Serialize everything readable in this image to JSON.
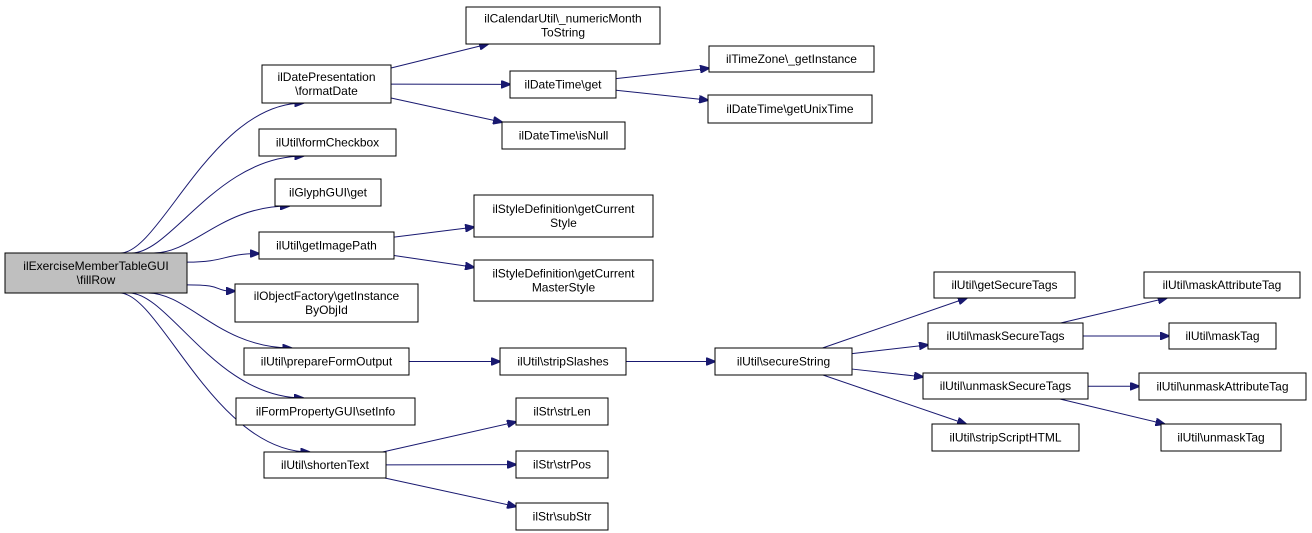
{
  "colors": {
    "edge": "#191970",
    "node_border": "#000000",
    "node_fill": "#ffffff",
    "root_fill": "#bfbfbf"
  },
  "nodes": [
    {
      "id": "root",
      "lines": [
        "ilExerciseMemberTableGUI",
        "\\fillRow"
      ],
      "root": true
    },
    {
      "id": "formatDate",
      "lines": [
        "ilDatePresentation",
        "\\formatDate"
      ]
    },
    {
      "id": "formCheckbox",
      "lines": [
        "ilUtil\\formCheckbox"
      ]
    },
    {
      "id": "glyphGet",
      "lines": [
        "ilGlyphGUI\\get"
      ]
    },
    {
      "id": "getImagePath",
      "lines": [
        "ilUtil\\getImagePath"
      ]
    },
    {
      "id": "getInstanceByObjId",
      "lines": [
        "ilObjectFactory\\getInstance",
        "ByObjId"
      ]
    },
    {
      "id": "prepareFormOutput",
      "lines": [
        "ilUtil\\prepareFormOutput"
      ]
    },
    {
      "id": "setInfo",
      "lines": [
        "ilFormPropertyGUI\\setInfo"
      ]
    },
    {
      "id": "shortenText",
      "lines": [
        "ilUtil\\shortenText"
      ]
    },
    {
      "id": "numericMonth",
      "lines": [
        "ilCalendarUtil\\_numericMonth",
        "ToString"
      ]
    },
    {
      "id": "dateTimeGet",
      "lines": [
        "ilDateTime\\get"
      ]
    },
    {
      "id": "isNull",
      "lines": [
        "ilDateTime\\isNull"
      ]
    },
    {
      "id": "tzGetInstance",
      "lines": [
        "ilTimeZone\\_getInstance"
      ]
    },
    {
      "id": "getUnixTime",
      "lines": [
        "ilDateTime\\getUnixTime"
      ]
    },
    {
      "id": "getCurrentStyle",
      "lines": [
        "ilStyleDefinition\\getCurrent",
        "Style"
      ]
    },
    {
      "id": "getCurrentMasterStyle",
      "lines": [
        "ilStyleDefinition\\getCurrent",
        "MasterStyle"
      ]
    },
    {
      "id": "stripSlashes",
      "lines": [
        "ilUtil\\stripSlashes"
      ]
    },
    {
      "id": "secureString",
      "lines": [
        "ilUtil\\secureString"
      ]
    },
    {
      "id": "getSecureTags",
      "lines": [
        "ilUtil\\getSecureTags"
      ]
    },
    {
      "id": "maskSecureTags",
      "lines": [
        "ilUtil\\maskSecureTags"
      ]
    },
    {
      "id": "unmaskSecureTags",
      "lines": [
        "ilUtil\\unmaskSecureTags"
      ]
    },
    {
      "id": "stripScriptHTML",
      "lines": [
        "ilUtil\\stripScriptHTML"
      ]
    },
    {
      "id": "maskAttributeTag",
      "lines": [
        "ilUtil\\maskAttributeTag"
      ]
    },
    {
      "id": "maskTag",
      "lines": [
        "ilUtil\\maskTag"
      ]
    },
    {
      "id": "unmaskAttributeTag",
      "lines": [
        "ilUtil\\unmaskAttributeTag"
      ]
    },
    {
      "id": "unmaskTag",
      "lines": [
        "ilUtil\\unmaskTag"
      ]
    },
    {
      "id": "strLen",
      "lines": [
        "ilStr\\strLen"
      ]
    },
    {
      "id": "strPos",
      "lines": [
        "ilStr\\strPos"
      ]
    },
    {
      "id": "subStr",
      "lines": [
        "ilStr\\subStr"
      ]
    }
  ],
  "edges": [
    [
      "root",
      "formatDate"
    ],
    [
      "root",
      "formCheckbox"
    ],
    [
      "root",
      "glyphGet"
    ],
    [
      "root",
      "getImagePath"
    ],
    [
      "root",
      "getInstanceByObjId"
    ],
    [
      "root",
      "prepareFormOutput"
    ],
    [
      "root",
      "setInfo"
    ],
    [
      "root",
      "shortenText"
    ],
    [
      "formatDate",
      "numericMonth"
    ],
    [
      "formatDate",
      "dateTimeGet"
    ],
    [
      "formatDate",
      "isNull"
    ],
    [
      "dateTimeGet",
      "tzGetInstance"
    ],
    [
      "dateTimeGet",
      "getUnixTime"
    ],
    [
      "getImagePath",
      "getCurrentStyle"
    ],
    [
      "getImagePath",
      "getCurrentMasterStyle"
    ],
    [
      "prepareFormOutput",
      "stripSlashes"
    ],
    [
      "stripSlashes",
      "secureString"
    ],
    [
      "secureString",
      "getSecureTags"
    ],
    [
      "secureString",
      "maskSecureTags"
    ],
    [
      "secureString",
      "unmaskSecureTags"
    ],
    [
      "secureString",
      "stripScriptHTML"
    ],
    [
      "maskSecureTags",
      "maskAttributeTag"
    ],
    [
      "maskSecureTags",
      "maskTag"
    ],
    [
      "unmaskSecureTags",
      "unmaskAttributeTag"
    ],
    [
      "unmaskSecureTags",
      "unmaskTag"
    ],
    [
      "shortenText",
      "strLen"
    ],
    [
      "shortenText",
      "strPos"
    ],
    [
      "shortenText",
      "subStr"
    ]
  ]
}
